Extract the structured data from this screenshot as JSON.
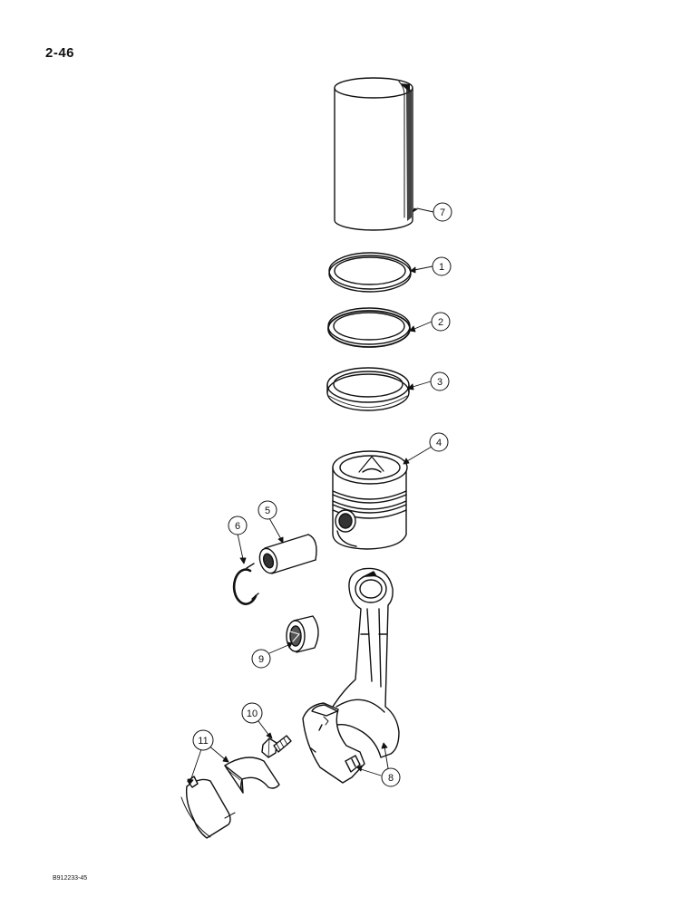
{
  "page_number": "2-46",
  "figure_code": "B912233-45",
  "callouts": [
    {
      "label": "1",
      "part": "piston-ring-top"
    },
    {
      "label": "2",
      "part": "piston-ring-second"
    },
    {
      "label": "3",
      "part": "piston-ring-oil-control"
    },
    {
      "label": "4",
      "part": "piston"
    },
    {
      "label": "5",
      "part": "piston-pin"
    },
    {
      "label": "6",
      "part": "retaining-ring"
    },
    {
      "label": "7",
      "part": "cylinder-liner"
    },
    {
      "label": "8",
      "part": "connecting-rod"
    },
    {
      "label": "9",
      "part": "pin-bushing"
    },
    {
      "label": "10",
      "part": "connecting-rod-bolt"
    },
    {
      "label": "11",
      "part": "bearing-shells"
    }
  ],
  "colors": {
    "line": "#111111",
    "paper": "#ffffff"
  }
}
